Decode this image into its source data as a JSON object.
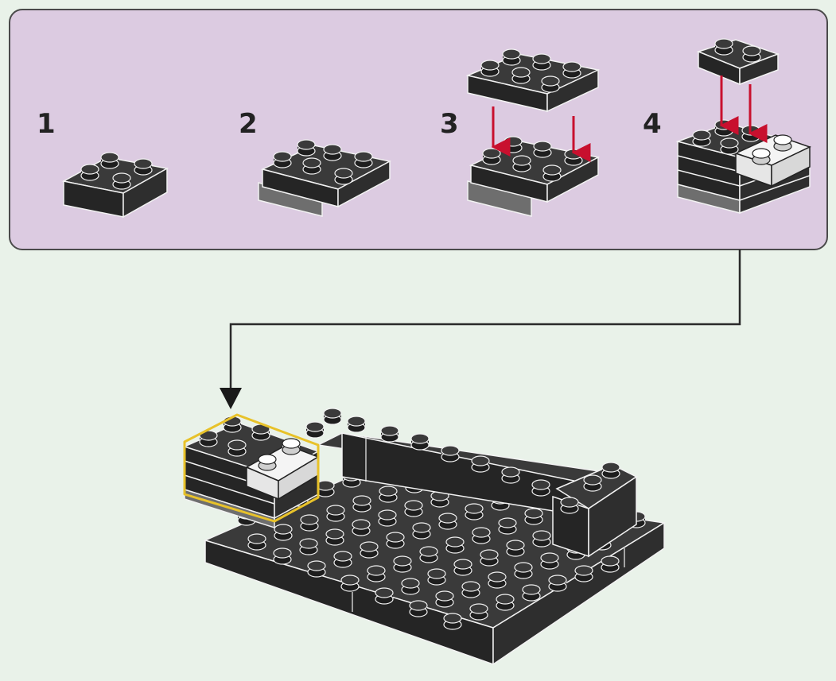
{
  "colors": {
    "page_bg": "#e9f2e9",
    "panel_bg": "#dccbe1",
    "panel_border": "#4a4a4a",
    "brick_top": "#3a3a3a",
    "brick_side": "#252525",
    "brick_outline": "#f2f2f2",
    "light_grey_side": "#6e6e6e",
    "white_brick": "#f4f4f4",
    "arrow_red": "#c8102e",
    "highlight_yellow": "#e8c22a",
    "connector": "#2a2a2a"
  },
  "steps": [
    {
      "number": "1"
    },
    {
      "number": "2"
    },
    {
      "number": "3"
    },
    {
      "number": "4"
    }
  ]
}
